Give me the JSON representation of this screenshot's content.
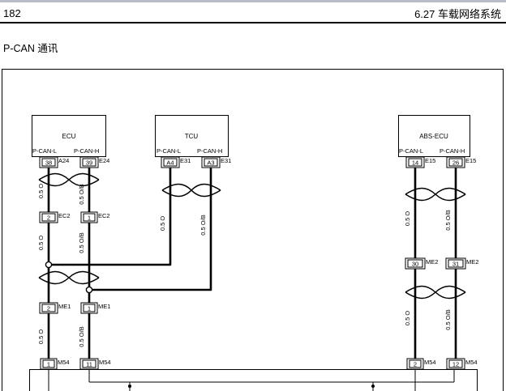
{
  "header": {
    "page_number": "182",
    "section_title": "6.27 车载网络系统"
  },
  "subtitle": "P-CAN 通讯",
  "ecus": [
    {
      "id": "ecu",
      "name": "ECU",
      "pin_l": "P-CAN-L",
      "pin_h": "P-CAN-H"
    },
    {
      "id": "tcu",
      "name": "TCU",
      "pin_l": "P-CAN-L",
      "pin_h": "P-CAN-H"
    },
    {
      "id": "abs",
      "name": "ABS-ECU",
      "pin_l": "P-CAN-L",
      "pin_h": "P-CAN-H"
    }
  ],
  "connectors": {
    "ecu_l_num": "38",
    "ecu_l_name": "A24",
    "ecu_h_num": "39",
    "ecu_h_name": "E24",
    "tcu_l_num": "A4",
    "tcu_l_name": "E31",
    "tcu_h_num": "A3",
    "tcu_h_name": "E31",
    "abs_l_num": "14",
    "abs_l_name": "E15",
    "abs_h_num": "26",
    "abs_h_name": "E15",
    "ec2_l_num": "2",
    "ec2_l_name": "EC2",
    "ec2_h_num": "1",
    "ec2_h_name": "EC2",
    "me1_l_num": "2",
    "me1_l_name": "ME1",
    "me1_h_num": "1",
    "me1_h_name": "ME1",
    "me2_l_num": "30",
    "me2_l_name": "ME2",
    "me2_h_num": "31",
    "me2_h_name": "ME2",
    "m54_a_num": "1",
    "m54_a_name": "M54",
    "m54_b_num": "11",
    "m54_b_name": "M54",
    "m54_c_num": "2",
    "m54_c_name": "M54",
    "m54_d_num": "12",
    "m54_d_name": "M54"
  },
  "wires": {
    "o": "0.5 O",
    "ob": "0.5 O/B"
  }
}
